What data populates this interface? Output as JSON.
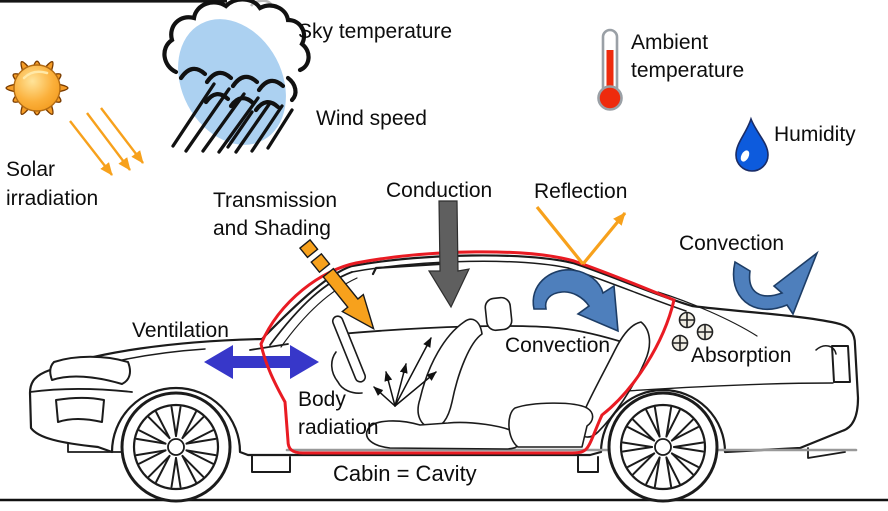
{
  "diagram_title": "Vehicle cabin heat transfer (Cabin = Cavity) diagram",
  "labels": {
    "sky_temperature": "Sky temperature",
    "wind_speed": "Wind speed",
    "solar_line1": "Solar",
    "solar_line2": "irradiation",
    "ambient_line1": "Ambient",
    "ambient_line2": "temperature",
    "humidity": "Humidity",
    "conduction": "Conduction",
    "reflection": "Reflection",
    "transmission_line1": "Transmission",
    "transmission_line2": "and Shading",
    "ventilation": "Ventilation",
    "convection_interior": "Convection",
    "convection_exterior": "Convection",
    "body_radiation_line1": "Body",
    "body_radiation_line2": "radiation",
    "absorption": "Absorption",
    "cabin_cavity": "Cabin = Cavity"
  },
  "colors": {
    "annotation_orange": "#F7A11C",
    "conduction_gray": "#5F5F5F",
    "convection_blue": "#4E7FBC",
    "ventilation_blue": "#3737C9",
    "cabin_outline_red": "#E91B23",
    "cloud_blue": "#ACD1F1",
    "sun_orange": "#F5A623",
    "thermometer_red": "#EE2B0D",
    "humidity_blue": "#0D5BDD",
    "line_black": "#1B1B1B"
  },
  "icons": [
    "sun-icon",
    "storm-cloud-rain-icon",
    "thermometer-icon",
    "water-drop-icon",
    "car-side-view",
    "absorption-plus-symbols"
  ]
}
